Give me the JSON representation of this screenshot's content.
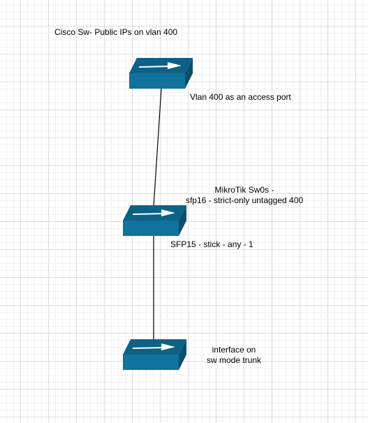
{
  "canvas": {
    "title": "Cisco Sw- Public IPs on vlan 400"
  },
  "colors": {
    "switch_front": "#10739e",
    "switch_top": "#0d6186",
    "switch_side": "#0a4f6e",
    "link": "#000000"
  },
  "nodes": {
    "cisco_switch": {
      "icon": "network-switch-icon",
      "annotation": "Vlan 400 as an access port"
    },
    "mikrotik_switch": {
      "icon": "network-switch-icon",
      "name": "MikroTik Sw0s -",
      "port_config": "sfp16 - strict-only untagged 400",
      "annotation": "SFP15 -  stick - any - 1"
    },
    "bottom_switch": {
      "icon": "network-switch-icon",
      "annotation_line1": "interface on",
      "annotation_line2": "sw mode trunk"
    }
  },
  "links": [
    {
      "from": "cisco_switch",
      "to": "mikrotik_switch"
    },
    {
      "from": "mikrotik_switch",
      "to": "bottom_switch"
    }
  ]
}
